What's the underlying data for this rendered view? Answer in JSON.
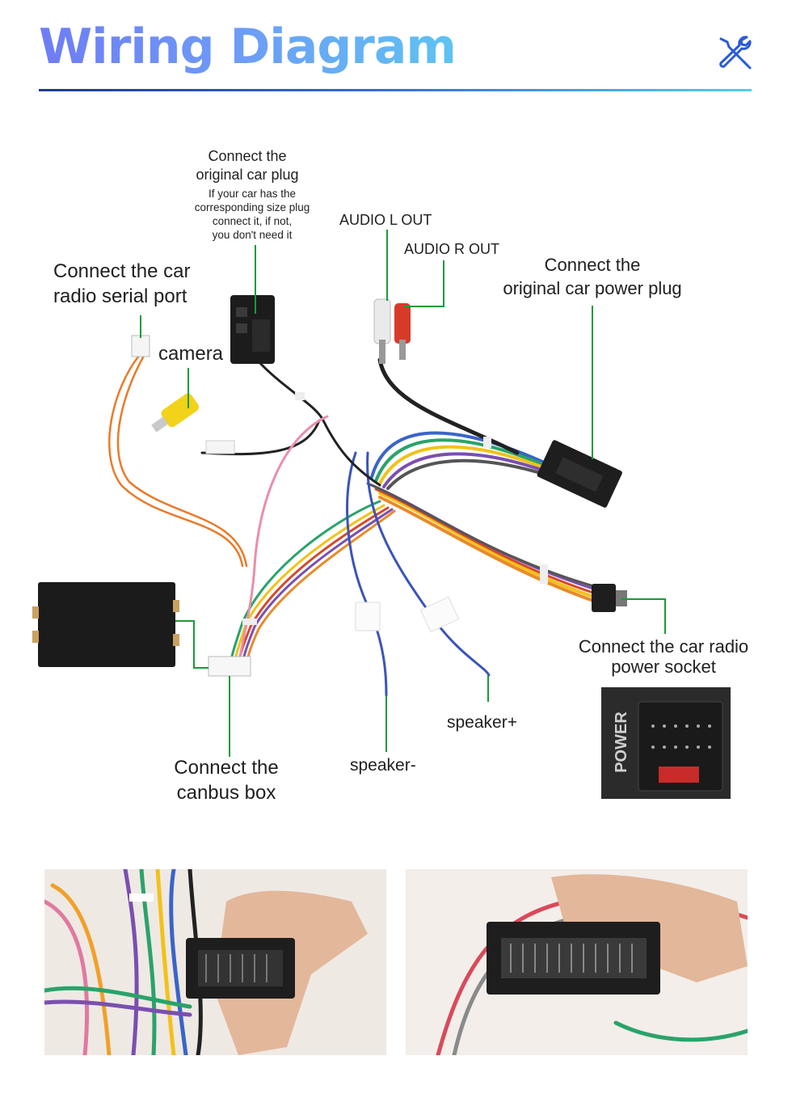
{
  "header": {
    "title": "Wiring Diagram",
    "icon": "tools-icon"
  },
  "labels": {
    "original_plug_title": [
      "Connect the",
      "original car plug"
    ],
    "original_plug_note": [
      "If your car has the",
      "corresponding size plug",
      "connect it, if not,",
      "you don't need it"
    ],
    "audio_l": "AUDIO L OUT",
    "audio_r": "AUDIO R OUT",
    "power_plug": [
      "Connect the",
      "original car power plug"
    ],
    "serial_port": [
      "Connect the car",
      "radio  serial port"
    ],
    "camera": "camera",
    "radio_power_socket": [
      "Connect the car radio",
      "power socket"
    ],
    "canbus": [
      "Connect the",
      "canbus box"
    ],
    "speaker_minus": "speaker-",
    "speaker_plus": "speaker+",
    "socket_print": "POWER"
  },
  "colors": {
    "leader_line": "#1a9a3a",
    "title_gradient": [
      "#6f7cf5",
      "#5ec3f2"
    ],
    "rule_gradient": [
      "#1f3a8a",
      "#4fd1e8"
    ],
    "icon": "#2a5bd7"
  }
}
